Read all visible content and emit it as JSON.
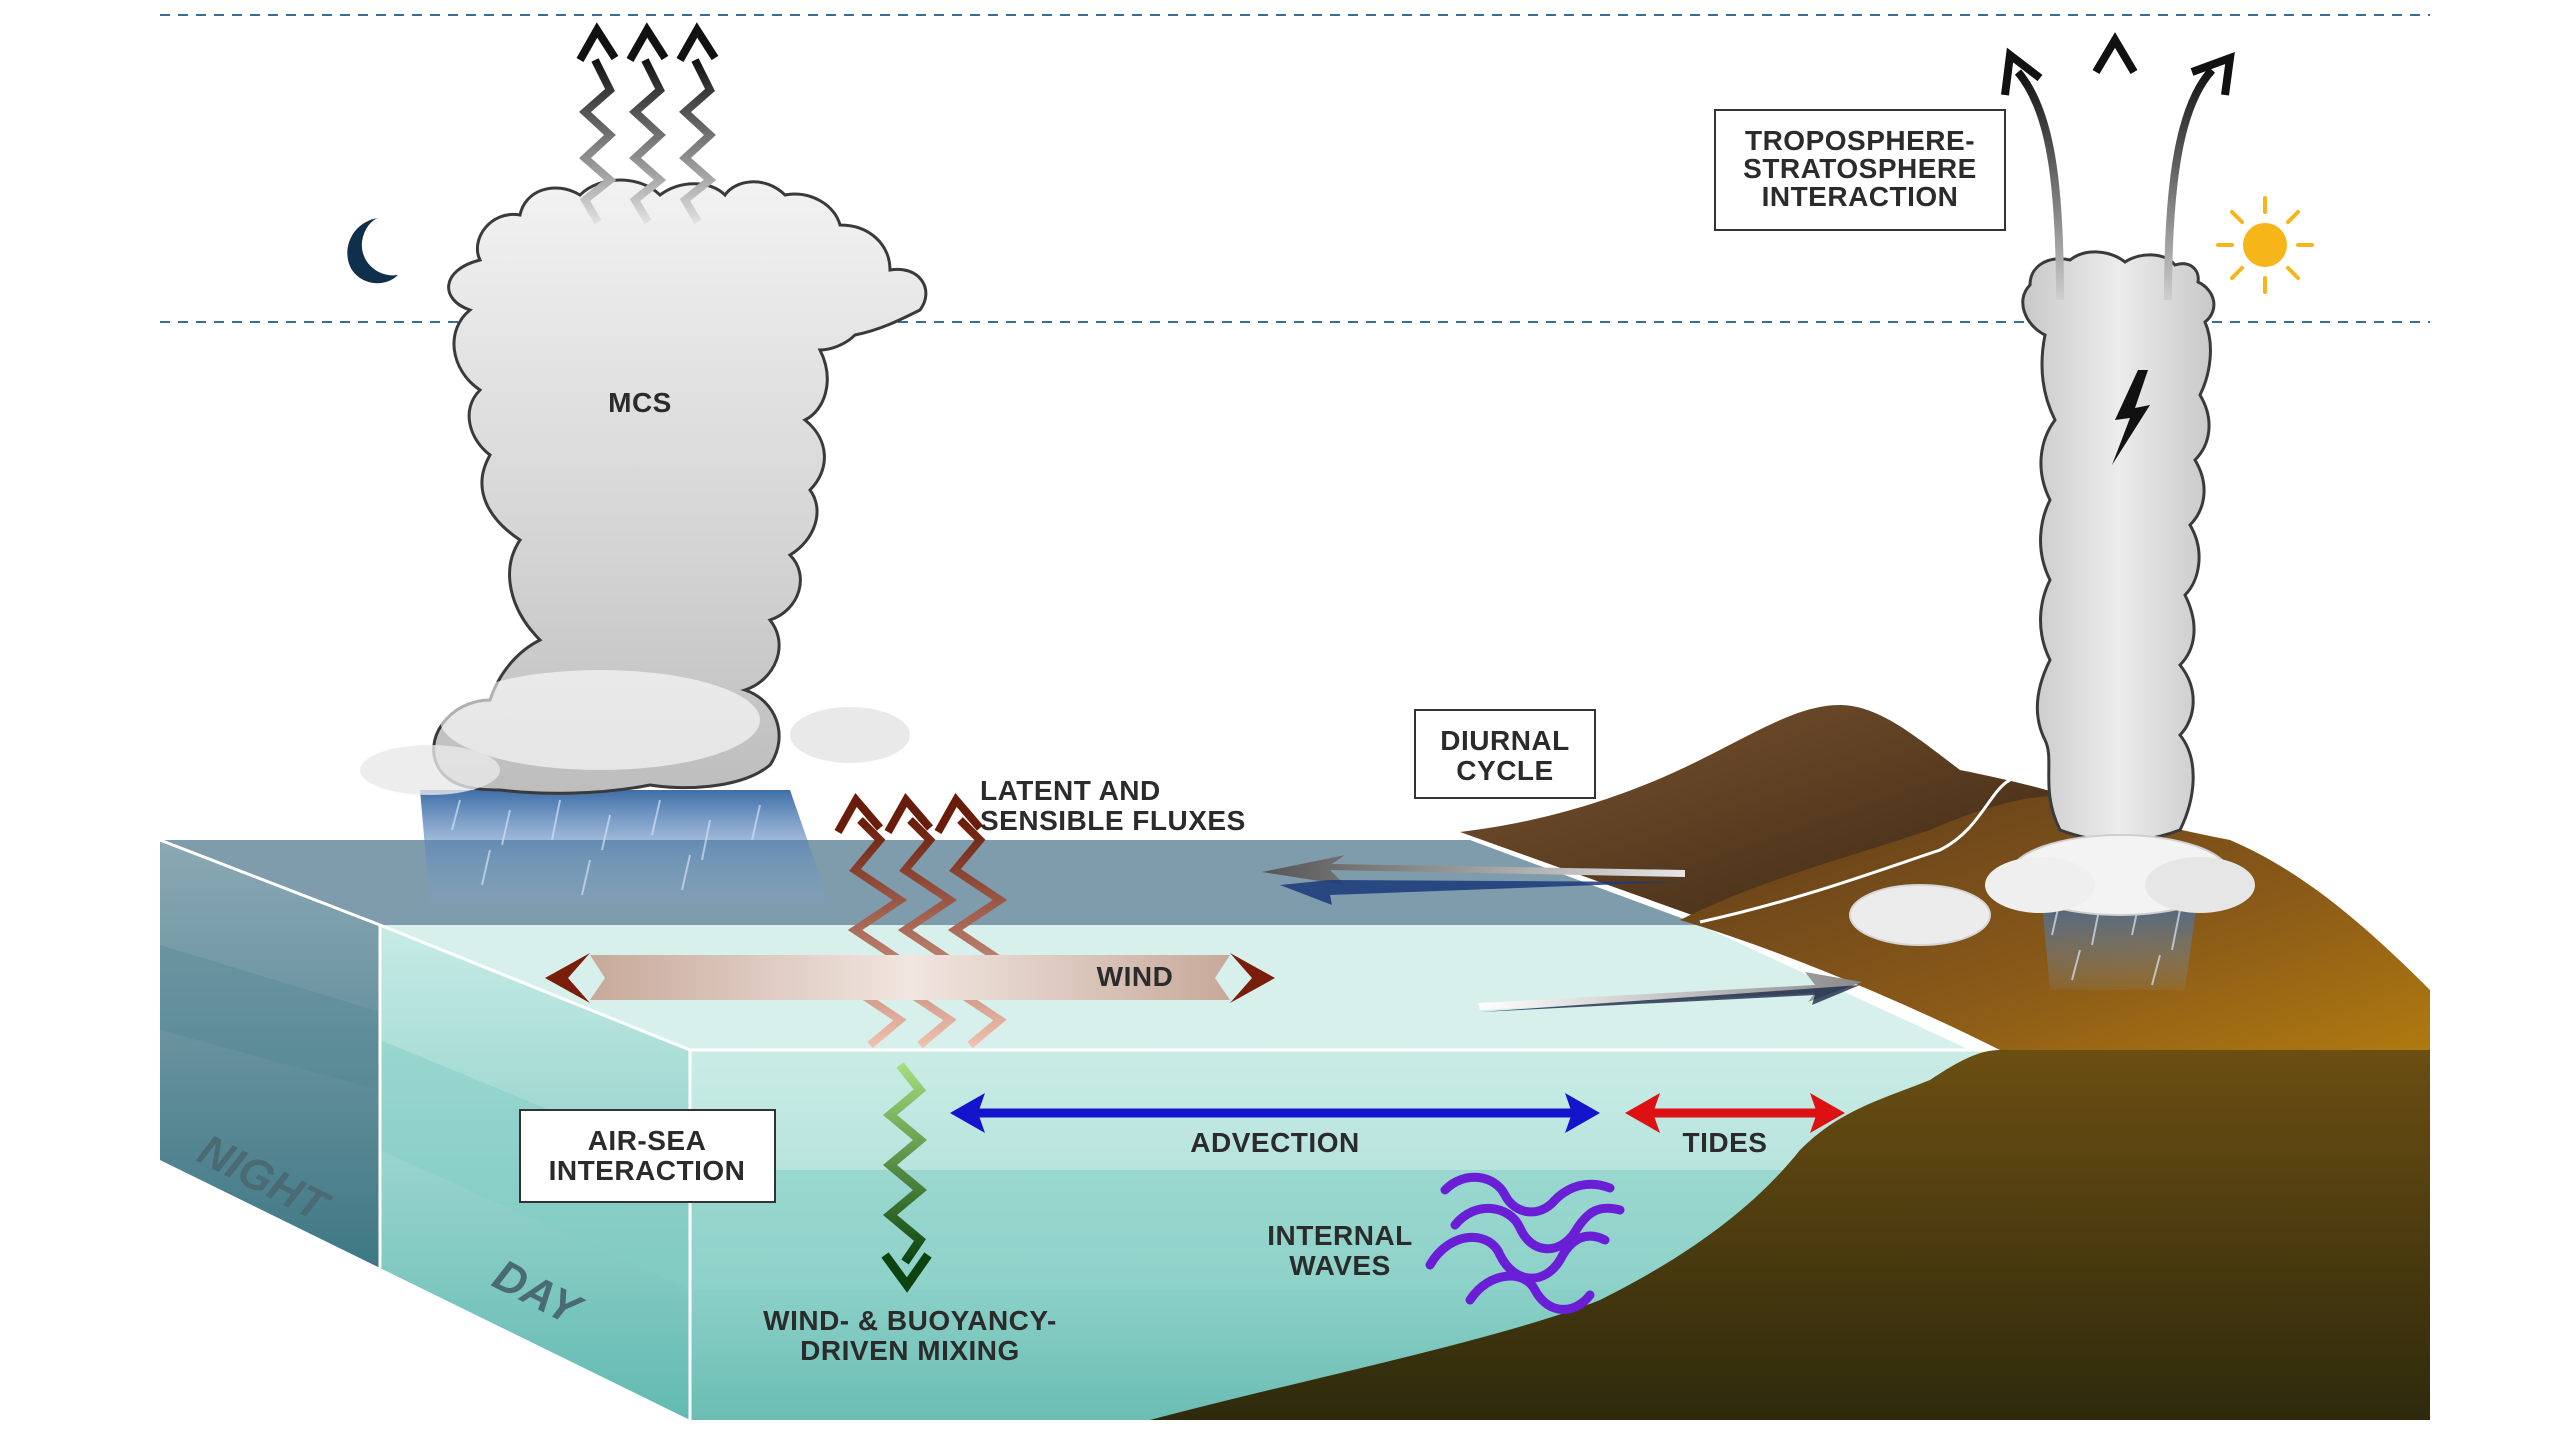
{
  "labels": {
    "mcs": "MCS",
    "troposphere_line1": "TROPOSPHERE-",
    "troposphere_line2": "STRATOSPHERE",
    "troposphere_line3": "INTERACTION",
    "diurnal_line1": "DIURNAL",
    "diurnal_line2": "CYCLE",
    "fluxes_line1": "LATENT AND",
    "fluxes_line2": "SENSIBLE FLUXES",
    "wind": "WIND",
    "advection": "ADVECTION",
    "tides": "TIDES",
    "airsea_line1": "AIR-SEA",
    "airsea_line2": "INTERACTION",
    "internal_line1": "INTERNAL",
    "internal_line2": "WAVES",
    "mixing_line1": "WIND- & BUOYANCY-",
    "mixing_line2": "DRIVEN MIXING",
    "night": "NIGHT",
    "day": "DAY"
  },
  "icons": {
    "moon": "crescent-moon-icon",
    "sun": "sun-icon",
    "lightning": "lightning-icon"
  },
  "colors": {
    "ocean_top": "#7e9aab",
    "ocean_front_day": "#bfe6e0",
    "ocean_deep": "#6dbfb6",
    "night_face": "#5f8f99",
    "land_dark": "#4a3416",
    "land_brown": "#6b4520",
    "land_gold": "#a87210",
    "advection": "#1414cc",
    "tides": "#dd1111",
    "internal_waves": "#6a1fd6",
    "wind_arrow": "#7a1e0c",
    "mixing_top": "#8cd06a",
    "mixing_bottom": "#0e4a12"
  }
}
